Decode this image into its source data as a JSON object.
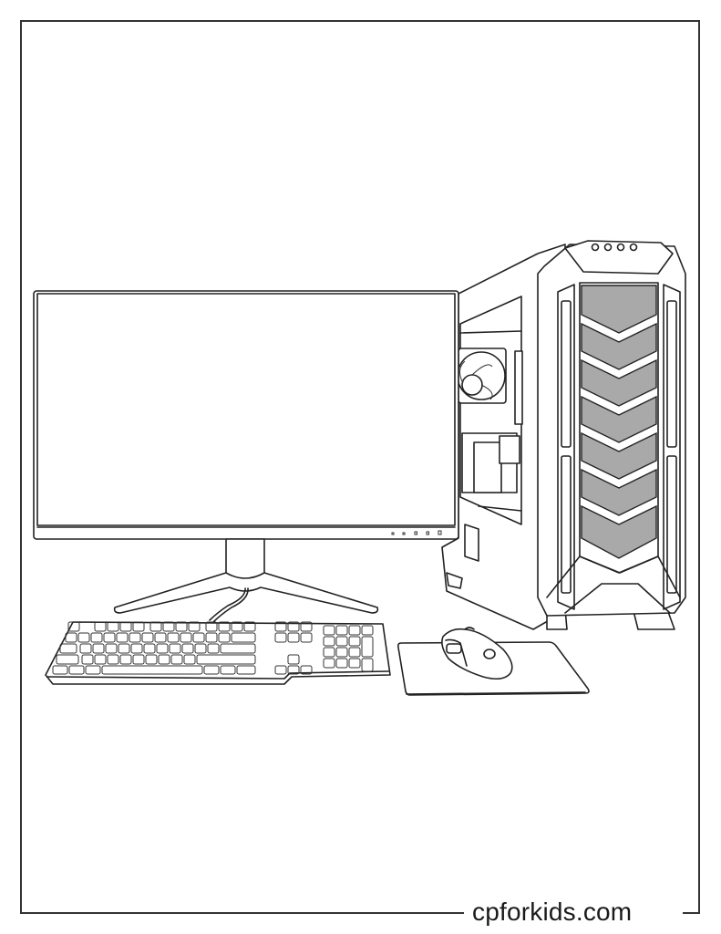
{
  "page": {
    "type": "coloring-page",
    "subject": "computer setup",
    "watermark": "cpforkids.com"
  },
  "illustration": {
    "items": [
      "monitor",
      "pc-tower",
      "keyboard",
      "mouse",
      "mousepad"
    ],
    "monitor_buttons": 5,
    "tower_top_buttons": 4,
    "tower_chevrons": 7
  },
  "colors": {
    "line": "#222222",
    "shade": "#a9a9a9",
    "background": "#ffffff"
  }
}
